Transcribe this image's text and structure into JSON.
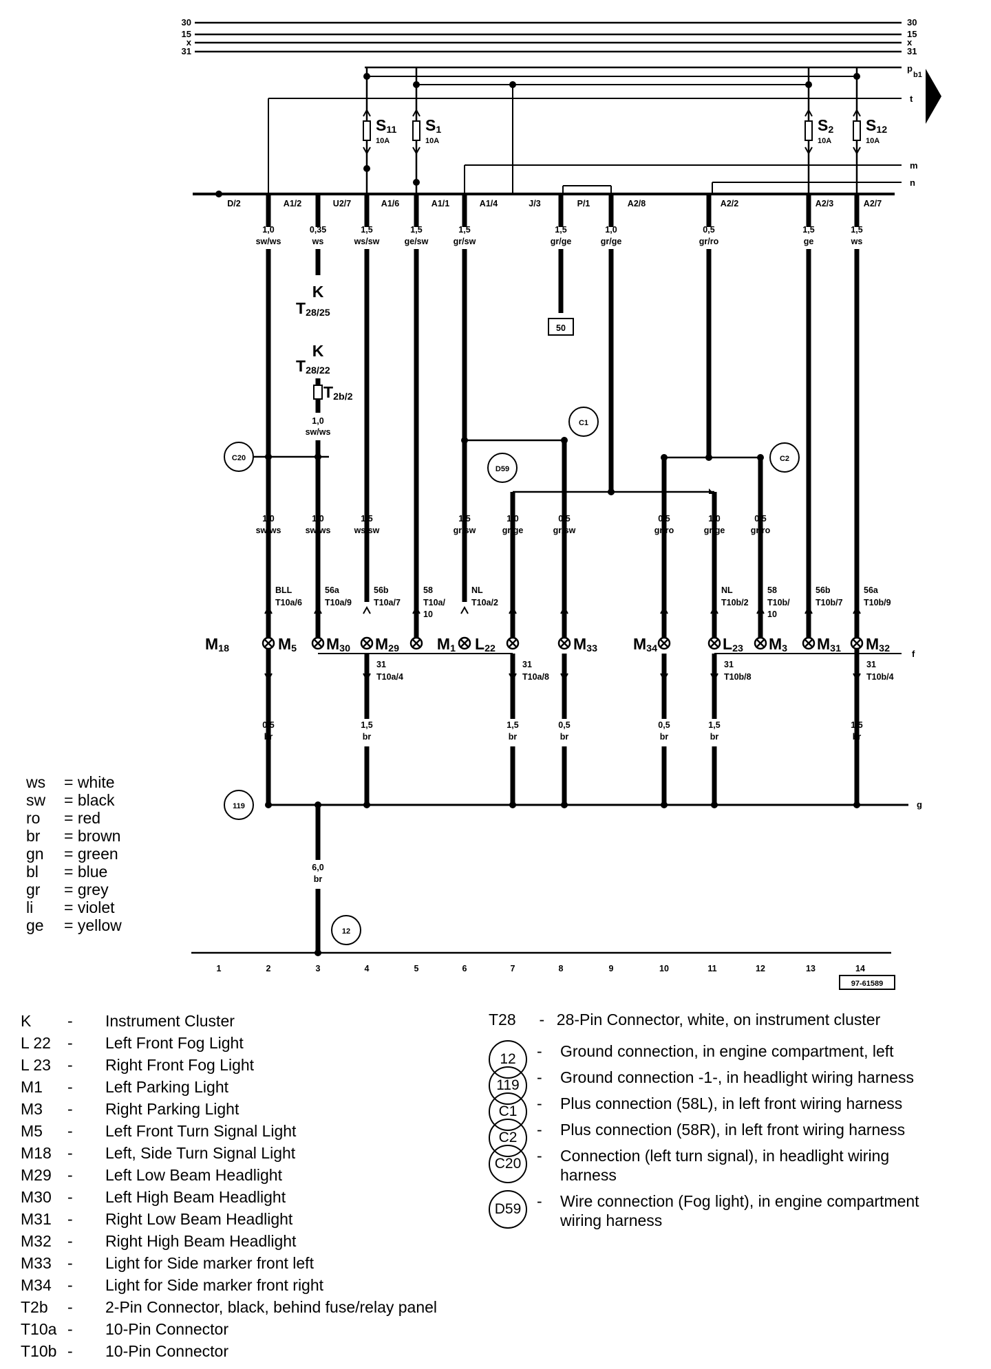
{
  "bus_labels": [
    "30",
    "15",
    "x",
    "31"
  ],
  "right_lines": {
    "pb": "p",
    "pb_sub": "b1",
    "t": "t",
    "m": "m",
    "n": "n",
    "f": "f",
    "g": "g"
  },
  "fuses": [
    {
      "name": "S",
      "sub": "11",
      "rating": "10A"
    },
    {
      "name": "S",
      "sub": "1",
      "rating": "10A"
    },
    {
      "name": "S",
      "sub": "2",
      "rating": "10A"
    },
    {
      "name": "S",
      "sub": "12",
      "rating": "10A"
    }
  ],
  "panel_terminals": [
    "D/2",
    "A1/2",
    "U2/7",
    "A1/6",
    "A1/1",
    "A1/4",
    "J/3",
    "P/1",
    "A2/8",
    "A2/2",
    "A2/3",
    "A2/7"
  ],
  "upper_wires": [
    {
      "size": "1,0",
      "color": "sw/ws"
    },
    {
      "size": "0,35",
      "color": "ws"
    },
    {
      "size": "1,5",
      "color": "ws/sw"
    },
    {
      "size": "1,5",
      "color": "ge/sw"
    },
    {
      "size": "1,5",
      "color": "gr/sw"
    },
    {
      "size": "1,5",
      "color": "gr/ge"
    },
    {
      "size": "1,0",
      "color": "gr/ge"
    },
    {
      "size": "0,5",
      "color": "gr/ro"
    },
    {
      "size": "1,5",
      "color": "ge"
    },
    {
      "size": "1,5",
      "color": "ws"
    }
  ],
  "box_50": "50",
  "instrument": {
    "k1": "K",
    "t1": "T",
    "t1_sub": "28/25",
    "k2": "K",
    "t2": "T",
    "t2_sub": "28/22",
    "t2b": "T",
    "t2b_sub": "2b/2",
    "wire_size": "1,0",
    "wire_color": "sw/ws"
  },
  "circle_labels": {
    "c1": "C1",
    "c2": "C2",
    "c20": "C20",
    "d59": "D59",
    "g119": "119",
    "g12": "12"
  },
  "mid_wires": [
    {
      "size": "1,0",
      "color": "sw/ws"
    },
    {
      "size": "1,0",
      "color": "sw/ws"
    },
    {
      "size": "1,5",
      "color": "ws/sw"
    },
    {
      "size": "1,5",
      "color": "gr/sw"
    },
    {
      "size": "1,0",
      "color": "gr/ge"
    },
    {
      "size": "0,5",
      "color": "gr/sw"
    },
    {
      "size": "0,5",
      "color": "gr/ro"
    },
    {
      "size": "1,0",
      "color": "gr/ge"
    },
    {
      "size": "0,5",
      "color": "gr/ro"
    }
  ],
  "pins": [
    {
      "a": "BLL",
      "b": "T10a/6"
    },
    {
      "a": "56a",
      "b": "T10a/9"
    },
    {
      "a": "56b",
      "b": "T10a/7"
    },
    {
      "a": "58",
      "b": "T10a/",
      "c": "10"
    },
    {
      "a": "NL",
      "b": "T10a/2"
    },
    {
      "a": "NL",
      "b": "T10b/2"
    },
    {
      "a": "58",
      "b": "T10b/",
      "c": "10"
    },
    {
      "a": "56b",
      "b": "T10b/7"
    },
    {
      "a": "56a",
      "b": "T10b/9"
    }
  ],
  "lamps": [
    {
      "name": "M",
      "sub": "18"
    },
    {
      "name": "M",
      "sub": "5"
    },
    {
      "name": "M",
      "sub": "30"
    },
    {
      "name": "M",
      "sub": "29"
    },
    {
      "name": "M",
      "sub": "1"
    },
    {
      "name": "L",
      "sub": "22"
    },
    {
      "name": "M",
      "sub": "33"
    },
    {
      "name": "M",
      "sub": "34"
    },
    {
      "name": "L",
      "sub": "23"
    },
    {
      "name": "M",
      "sub": "3"
    },
    {
      "name": "M",
      "sub": "31"
    },
    {
      "name": "M",
      "sub": "32"
    }
  ],
  "ground_pins": [
    {
      "a": "31",
      "b": "T10a/4"
    },
    {
      "a": "31",
      "b": "T10a/8"
    },
    {
      "a": "31",
      "b": "T10b/8"
    },
    {
      "a": "31",
      "b": "T10b/4"
    }
  ],
  "lower_wires": [
    {
      "size": "0,5",
      "color": "br"
    },
    {
      "size": "1,5",
      "color": "br"
    },
    {
      "size": "1,5",
      "color": "br"
    },
    {
      "size": "0,5",
      "color": "br"
    },
    {
      "size": "0,5",
      "color": "br"
    },
    {
      "size": "1,5",
      "color": "br"
    },
    {
      "size": "1,5",
      "color": "br"
    }
  ],
  "ground_wire": {
    "size": "6,0",
    "color": "br"
  },
  "columns": [
    "1",
    "2",
    "3",
    "4",
    "5",
    "6",
    "7",
    "8",
    "9",
    "10",
    "11",
    "12",
    "13",
    "14"
  ],
  "ref_number": "97-61589",
  "color_legend": [
    {
      "code": "ws",
      "name": "= white"
    },
    {
      "code": "sw",
      "name": "= black"
    },
    {
      "code": "ro",
      "name": "= red"
    },
    {
      "code": "br",
      "name": "= brown"
    },
    {
      "code": "gn",
      "name": "= green"
    },
    {
      "code": "bl",
      "name": "= blue"
    },
    {
      "code": "gr",
      "name": "= grey"
    },
    {
      "code": "li",
      "name": "= violet"
    },
    {
      "code": "ge",
      "name": "= yellow"
    }
  ],
  "components": [
    {
      "code": "K",
      "desc": "Instrument Cluster"
    },
    {
      "code": "L 22",
      "desc": "Left Front Fog Light"
    },
    {
      "code": "L 23",
      "desc": "Right Front Fog Light"
    },
    {
      "code": "M1",
      "desc": "Left Parking Light"
    },
    {
      "code": "M3",
      "desc": "Right Parking Light"
    },
    {
      "code": "M5",
      "desc": "Left Front Turn Signal Light"
    },
    {
      "code": "M18",
      "desc": "Left, Side Turn Signal Light"
    },
    {
      "code": "M29",
      "desc": "Left Low Beam Headlight"
    },
    {
      "code": "M30",
      "desc": "Left High Beam Headlight"
    },
    {
      "code": "M31",
      "desc": "Right Low Beam Headlight"
    },
    {
      "code": "M32",
      "desc": "Right High Beam Headlight"
    },
    {
      "code": "M33",
      "desc": "Light for Side marker front left"
    },
    {
      "code": "M34",
      "desc": "Light for Side marker front right"
    },
    {
      "code": "T2b",
      "desc": "2-Pin Connector, black, behind fuse/relay panel"
    },
    {
      "code": "T10a",
      "desc": "10-Pin Connector"
    },
    {
      "code": "T10b",
      "desc": "10-Pin Connector"
    }
  ],
  "t28": {
    "code": "T28",
    "desc": "28-Pin Connector, white, on instrument cluster"
  },
  "connections": [
    {
      "label": "12",
      "desc": "Ground connection, in engine compartment, left"
    },
    {
      "label": "119",
      "desc": "Ground connection -1-, in headlight  wiring harness"
    },
    {
      "label": "C1",
      "desc": "Plus connection (58L), in left front  wiring harness"
    },
    {
      "label": "C2",
      "desc": "Plus connection (58R), in left front  wiring harness"
    },
    {
      "label": "C20",
      "desc": "Connection (left turn signal), in headlight wiring harness"
    },
    {
      "label": "D59",
      "desc": "Wire connection (Fog light), in engine compartment  wiring harness"
    }
  ],
  "dash": "-"
}
